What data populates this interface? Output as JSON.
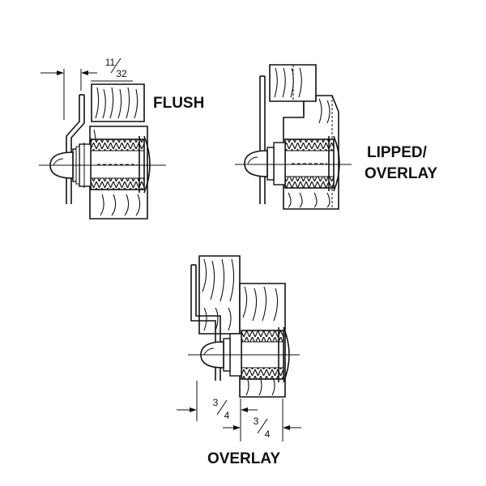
{
  "labels": {
    "flush": "FLUSH",
    "lipped_1": "LIPPED/",
    "lipped_2": "OVERLAY",
    "overlay": "OVERLAY"
  },
  "dimensions": {
    "flush_num": "11",
    "flush_den": "32",
    "overlay_a_num": "3",
    "overlay_a_den": "4",
    "overlay_b_num": "3",
    "overlay_b_den": "4"
  },
  "colors": {
    "ink": "#111111",
    "background": "#ffffff"
  }
}
